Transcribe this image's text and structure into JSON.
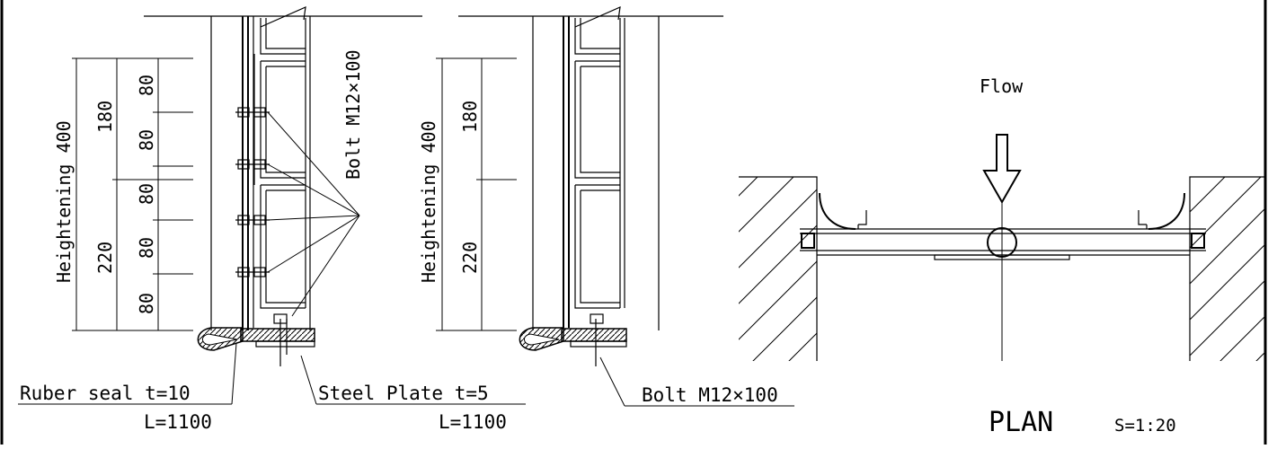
{
  "section_left": {
    "dim_total": "Heightening 400",
    "dim_upper": "180",
    "dim_lower": "220",
    "dim_sub": [
      "80",
      "80",
      "80",
      "80",
      "80"
    ],
    "bolt_label": "Bolt M12×100",
    "rubber_label": "Ruber seal t=10",
    "rubber_length": "L=1100",
    "plate_label": "Steel Plate t=5",
    "plate_length": "L=1100"
  },
  "section_right": {
    "dim_total": "Heightening 400",
    "dim_upper": "180",
    "dim_lower": "220",
    "bolt_label": "Bolt M12×100"
  },
  "plan": {
    "flow_label": "Flow",
    "title": "PLAN",
    "scale": "S=1:20"
  },
  "colors": {
    "line": "#000000",
    "background": "#ffffff"
  }
}
